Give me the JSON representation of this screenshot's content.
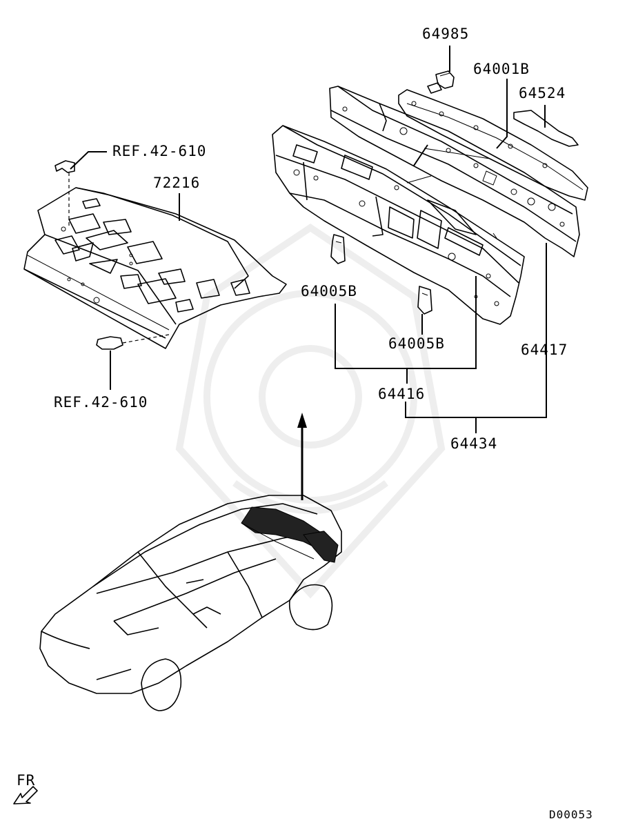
{
  "labels": {
    "p64985": "64985",
    "p64001B": "64001B",
    "p64524": "64524",
    "ref_top": "REF.42-610",
    "p72216": "72216",
    "p64005B_a": "64005B",
    "p64005B_b": "64005B",
    "p64417": "64417",
    "p64416": "64416",
    "p64434": "64434",
    "ref_bottom": "REF.42-610",
    "fr": "FR",
    "diagram_code": "D00053"
  },
  "colors": {
    "line": "#000000",
    "watermark": "#eeeeee",
    "background": "#ffffff"
  },
  "icons": {
    "front_arrow": "arrow-down-left-icon"
  }
}
